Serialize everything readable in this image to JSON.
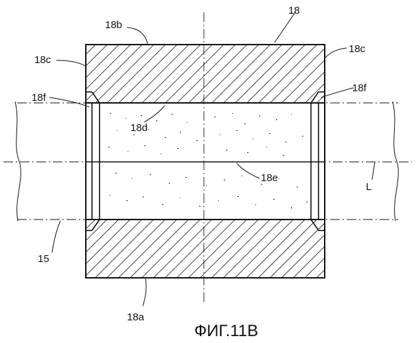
{
  "labels": {
    "part": "18",
    "bottom_face": "18a",
    "top_face": "18b",
    "side_left": "18c",
    "side_right": "18c",
    "bore": "18d",
    "axis_line": "18e",
    "chamfer_left": "18f",
    "chamfer_right": "18f",
    "shaft": "15",
    "axis": "L"
  },
  "caption": "ФИГ.11B"
}
